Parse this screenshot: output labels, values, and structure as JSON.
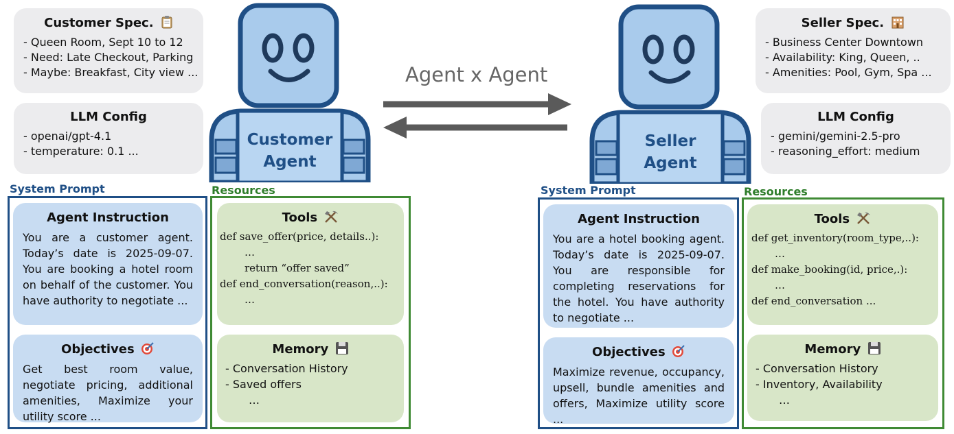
{
  "header": {
    "title": "Agent x Agent"
  },
  "customer": {
    "spec": {
      "title": "Customer Spec.",
      "icon": "clipboard-icon",
      "lines": [
        "-  Queen Room, Sept 10 to 12",
        "-  Need: Late Checkout, Parking",
        "- Maybe: Breakfast, City view ..."
      ]
    },
    "llm": {
      "title": "LLM Config",
      "lines": [
        "-  openai/gpt-4.1",
        "- temperature: 0.1 ..."
      ]
    },
    "agent_name": [
      "Customer",
      "Agent"
    ],
    "system_prompt_label": "System Prompt",
    "resources_label": "Resources",
    "instruction": {
      "title": "Agent Instruction",
      "text": "You are a customer agent. Today’s date is 2025-09-07. You are booking a hotel room on behalf of the customer. You have authority to negotiate ..."
    },
    "objectives": {
      "title": "Objectives",
      "text": "Get best room value, negotiate pricing, additional amenities, Maximize your utility score ..."
    },
    "tools": {
      "title": "Tools",
      "lines": [
        "def save_offer(price, details..):",
        "…",
        "return “offer saved”",
        "def end_conversation(reason,..):",
        "…"
      ]
    },
    "memory": {
      "title": "Memory",
      "lines": [
        "-  Conversation History",
        "-  Saved offers",
        "…"
      ]
    }
  },
  "seller": {
    "spec": {
      "title": "Seller Spec.",
      "icon": "hotel-icon",
      "lines": [
        "-  Business Center Downtown",
        "-  Availability: King, Queen, ..",
        "- Amenities: Pool, Gym, Spa ..."
      ]
    },
    "llm": {
      "title": "LLM Config",
      "lines": [
        "-  gemini/gemini-2.5-pro",
        "- reasoning_effort: medium"
      ]
    },
    "agent_name": [
      "Seller",
      "Agent"
    ],
    "system_prompt_label": "System Prompt",
    "resources_label": "Resources",
    "instruction": {
      "title": "Agent Instruction",
      "text": "You are a hotel booking agent. Today’s date is 2025-09-07. You are responsible for completing reservations for the hotel. You have authority to negotiate ..."
    },
    "objectives": {
      "title": "Objectives",
      "text": "Maximize revenue, occupancy, upsell, bundle amenities and offers, Maximize utility score ..."
    },
    "tools": {
      "title": "Tools",
      "lines": [
        "def get_inventory(room_type,..):",
        "…",
        "def make_booking(id, price,.):",
        "…",
        "def end_conversation ..."
      ]
    },
    "memory": {
      "title": "Memory",
      "lines": [
        "-  Conversation History",
        "-  Inventory, Availability",
        "…"
      ]
    }
  },
  "colors": {
    "prompt_frame": "#1f4f86",
    "resources_frame": "#3f8a34",
    "prompt_card": "#c8dcf2",
    "resources_card": "#d8e6c8",
    "spec_card": "#ececee",
    "robot_body": "#a9cbec",
    "robot_outline": "#1f4f86"
  }
}
